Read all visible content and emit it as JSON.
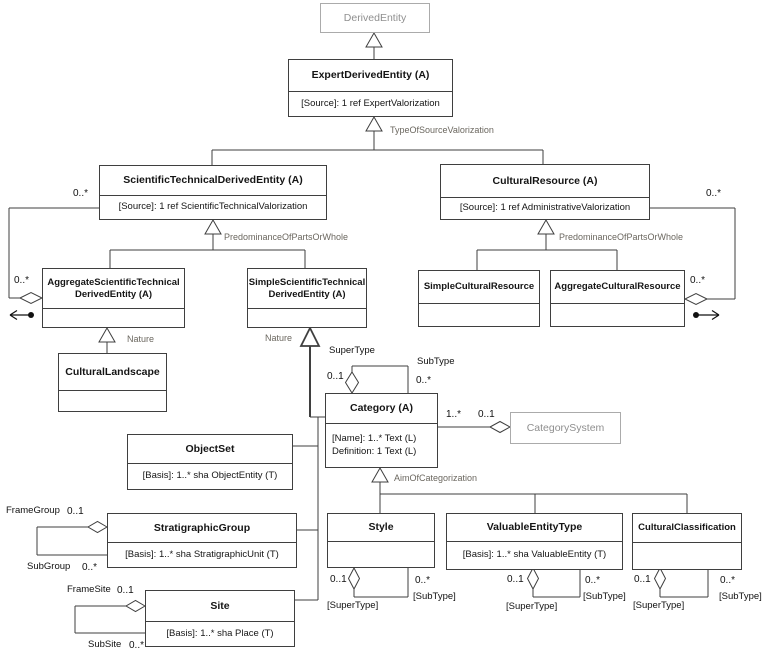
{
  "diagram_title": "Cultural heritage derived-entity UML class diagram",
  "colors": {
    "line": "#3f3f3f",
    "box_border": "#3f3f3f",
    "ghost_border": "#ababab",
    "ghost_text": "#8f8f8f",
    "relation_label": "#6b675f",
    "background": "#ffffff"
  },
  "classes": {
    "derived_entity": {
      "name": "DerivedEntity"
    },
    "expert_derived_entity": {
      "name": "ExpertDerivedEntity (A)",
      "attrs": [
        "[Source]: 1 ref ExpertValorization"
      ]
    },
    "scientific_technical_derived_entity": {
      "name": "ScientificTechnicalDerivedEntity (A)",
      "attrs": [
        "[Source]: 1 ref ScientificTechnicalValorization"
      ]
    },
    "cultural_resource": {
      "name": "CulturalResource (A)",
      "attrs": [
        "[Source]: 1 ref AdministrativeValorization"
      ]
    },
    "aggregate_scientific_technical_derived_entity": {
      "name": "AggregateScientificTechnical",
      "name2": "DerivedEntity (A)"
    },
    "simple_scientific_technical_derived_entity": {
      "name": "SimpleScientificTechnical",
      "name2": "DerivedEntity (A)"
    },
    "simple_cultural_resource": {
      "name": "SimpleCulturalResource"
    },
    "aggregate_cultural_resource": {
      "name": "AggregateCulturalResource"
    },
    "cultural_landscape": {
      "name": "CulturalLandscape"
    },
    "object_set": {
      "name": "ObjectSet",
      "attrs": [
        "[Basis]: 1..* sha ObjectEntity (T)"
      ]
    },
    "category": {
      "name": "Category (A)",
      "attrs": [
        "[Name]: 1..* Text (L)",
        "Definition: 1 Text (L)"
      ]
    },
    "category_system": {
      "name": "CategorySystem"
    },
    "stratigraphic_group": {
      "name": "StratigraphicGroup",
      "attrs": [
        "[Basis]: 1..* sha StratigraphicUnit (T)"
      ]
    },
    "site": {
      "name": "Site",
      "attrs": [
        "[Basis]: 1..* sha Place (T)"
      ]
    },
    "style": {
      "name": "Style"
    },
    "valuable_entity_type": {
      "name": "ValuableEntityType",
      "attrs": [
        "[Basis]: 1..* sha ValuableEntity (T)"
      ]
    },
    "cultural_classification": {
      "name": "CulturalClassification"
    }
  },
  "labels": {
    "type_of_source_valorization": "TypeOfSourceValorization",
    "predominance_left": "PredominanceOfPartsOrWhole",
    "predominance_right": "PredominanceOfPartsOrWhole",
    "nature_left": "Nature",
    "nature_right": "Nature",
    "aim_of_categorization": "AimOfCategorization",
    "supertype": "SuperType",
    "subtype": "SubType",
    "mult_supertype": "0..1",
    "mult_subtype": "0..*",
    "mult_category_in_system": "1..*",
    "mult_system": "0..1",
    "mult_agg_left_whole": "0..*",
    "mult_agg_left_part": "0..*",
    "mult_agg_right_whole": "0..*",
    "mult_agg_right_part": "0..*",
    "frame_group": "FrameGroup",
    "mult_frame_group": "0..1",
    "sub_group": "SubGroup",
    "mult_sub_group": "0..*",
    "frame_site": "FrameSite",
    "mult_frame_site": "0..1",
    "sub_site": "SubSite",
    "mult_sub_site": "0..*"
  },
  "loop_labels": {
    "m01": "0..1",
    "m0star": "0..*",
    "supertype": "[SuperType]",
    "subtype": "[SubType]"
  }
}
